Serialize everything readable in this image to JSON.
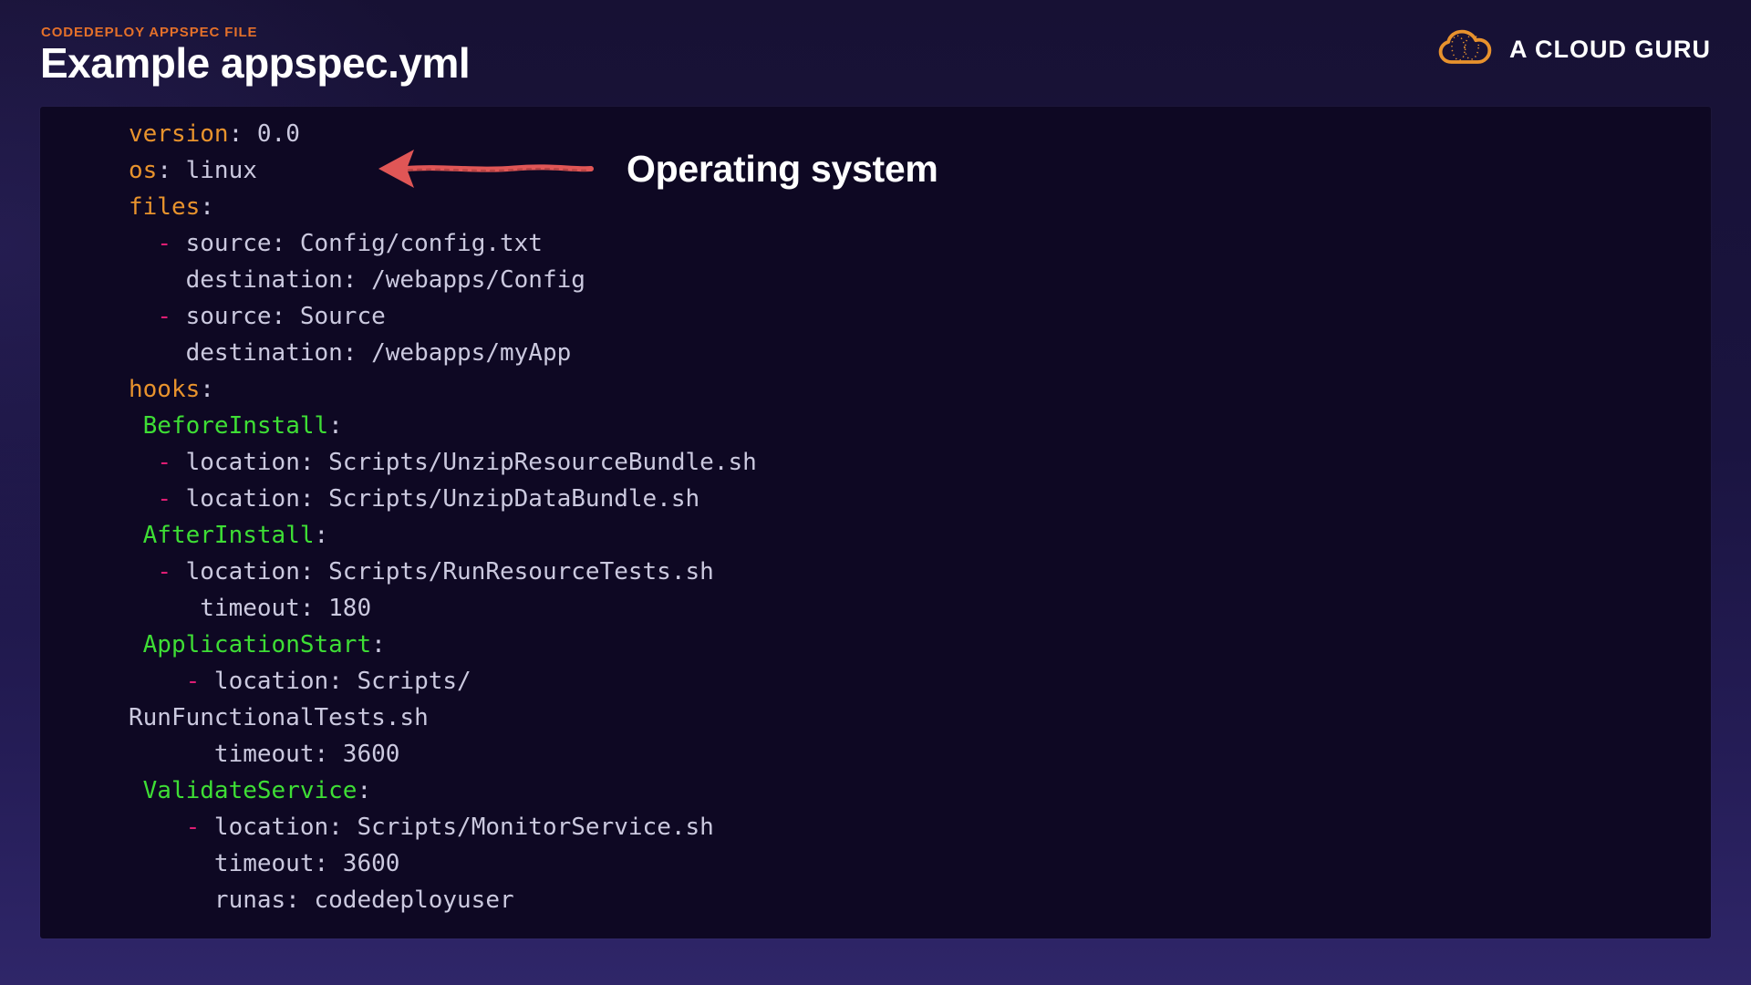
{
  "page": {
    "eyebrow": "CODEDEPLOY APPSPEC FILE",
    "title": "Example appspec.yml"
  },
  "logo": {
    "text": "A CLOUD GURU",
    "icon": "cloud-icon"
  },
  "annotation": {
    "label": "Operating system",
    "arrow_icon": "left-arrow-icon",
    "arrow_target": "os: linux"
  },
  "colors": {
    "background_top": "#171134",
    "background_bottom": "#2F2669",
    "panel_background": "#0E0823",
    "accent_orange": "#E8932D",
    "eyebrow_orange": "#E4702A",
    "hook_green": "#3EDE35",
    "dash_pink": "#DE1D74",
    "code_plain": "#CBC9DF",
    "arrow_red": "#E05656",
    "logo_orange": "#E8922D"
  },
  "code": {
    "language": "yaml",
    "lines": [
      [
        {
          "c": "key",
          "t": "version"
        },
        {
          "c": "plain",
          "t": ": 0.0"
        }
      ],
      [
        {
          "c": "key",
          "t": "os"
        },
        {
          "c": "plain",
          "t": ": linux"
        }
      ],
      [
        {
          "c": "key",
          "t": "files"
        },
        {
          "c": "plain",
          "t": ":"
        }
      ],
      [
        {
          "c": "plain",
          "t": "  "
        },
        {
          "c": "dash",
          "t": "-"
        },
        {
          "c": "plain",
          "t": " source: Config/config.txt"
        }
      ],
      [
        {
          "c": "plain",
          "t": "    destination: /webapps/Config"
        }
      ],
      [
        {
          "c": "plain",
          "t": "  "
        },
        {
          "c": "dash",
          "t": "-"
        },
        {
          "c": "plain",
          "t": " source: Source"
        }
      ],
      [
        {
          "c": "plain",
          "t": "    destination: /webapps/myApp"
        }
      ],
      [
        {
          "c": "key",
          "t": "hooks"
        },
        {
          "c": "plain",
          "t": ":"
        }
      ],
      [
        {
          "c": "plain",
          "t": " "
        },
        {
          "c": "hook",
          "t": "BeforeInstall"
        },
        {
          "c": "plain",
          "t": ":"
        }
      ],
      [
        {
          "c": "plain",
          "t": "  "
        },
        {
          "c": "dash",
          "t": "-"
        },
        {
          "c": "plain",
          "t": " location: Scripts/UnzipResourceBundle.sh"
        }
      ],
      [
        {
          "c": "plain",
          "t": "  "
        },
        {
          "c": "dash",
          "t": "-"
        },
        {
          "c": "plain",
          "t": " location: Scripts/UnzipDataBundle.sh"
        }
      ],
      [
        {
          "c": "plain",
          "t": " "
        },
        {
          "c": "hook",
          "t": "AfterInstall"
        },
        {
          "c": "plain",
          "t": ":"
        }
      ],
      [
        {
          "c": "plain",
          "t": "  "
        },
        {
          "c": "dash",
          "t": "-"
        },
        {
          "c": "plain",
          "t": " location: Scripts/RunResourceTests.sh"
        }
      ],
      [
        {
          "c": "plain",
          "t": "     timeout: 180"
        }
      ],
      [
        {
          "c": "plain",
          "t": " "
        },
        {
          "c": "hook",
          "t": "ApplicationStart"
        },
        {
          "c": "plain",
          "t": ":"
        }
      ],
      [
        {
          "c": "plain",
          "t": "    "
        },
        {
          "c": "dash",
          "t": "-"
        },
        {
          "c": "plain",
          "t": " location: Scripts/"
        }
      ],
      [
        {
          "c": "plain",
          "t": "RunFunctionalTests.sh"
        }
      ],
      [
        {
          "c": "plain",
          "t": "      timeout: 3600"
        }
      ],
      [
        {
          "c": "plain",
          "t": " "
        },
        {
          "c": "hook",
          "t": "ValidateService"
        },
        {
          "c": "plain",
          "t": ":"
        }
      ],
      [
        {
          "c": "plain",
          "t": "    "
        },
        {
          "c": "dash",
          "t": "-"
        },
        {
          "c": "plain",
          "t": " location: Scripts/MonitorService.sh"
        }
      ],
      [
        {
          "c": "plain",
          "t": "      timeout: 3600"
        }
      ],
      [
        {
          "c": "plain",
          "t": "      runas: codedeployuser"
        }
      ]
    ]
  }
}
